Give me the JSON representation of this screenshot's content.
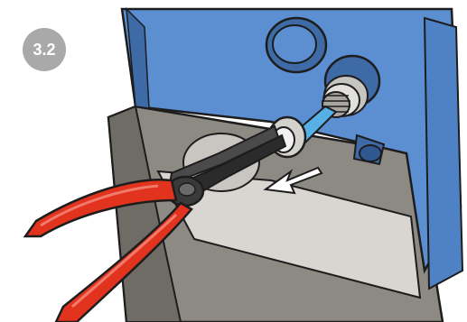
{
  "step_badge": {
    "label": "3.2"
  },
  "illustration": {
    "objects": [
      "pressure-washer-housing",
      "outlet-connector",
      "nozzle-cap",
      "needle-nose-pliers",
      "removal-direction-arrow",
      "side-port",
      "round-cover"
    ]
  },
  "colors": {
    "housing_blue": "#5b8fd1",
    "housing_blue_dark": "#3e6aa6",
    "housing_grey": "#8d8a83",
    "housing_grey_dark": "#6f6c66",
    "shelf_light": "#d9d6d1",
    "plier_handle_red": "#e2331f",
    "plier_jaw_dark": "#2b2b2b",
    "outline": "#1d1d1d",
    "arrow_white": "#ffffff",
    "badge_grey": "#a9a9a9"
  }
}
